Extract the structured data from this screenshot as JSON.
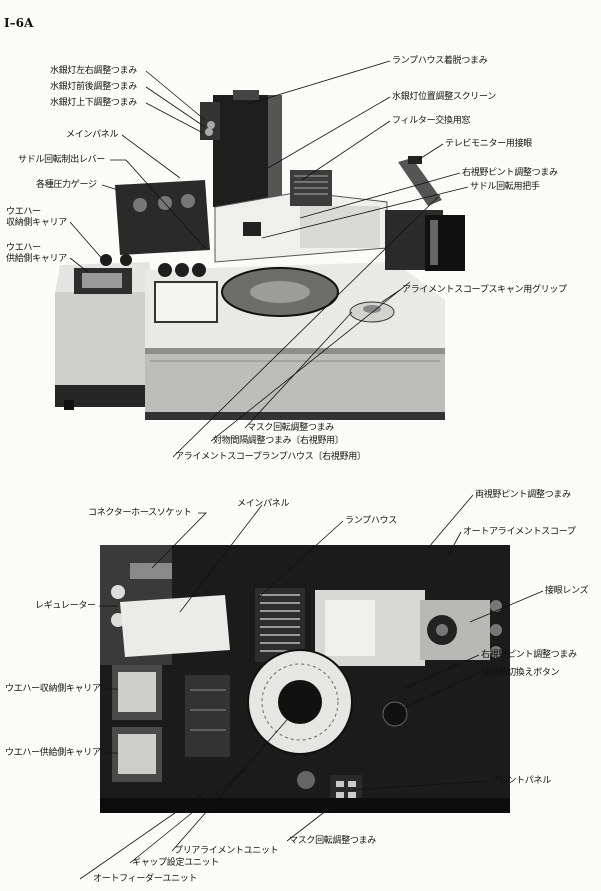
{
  "page_label": "I–6A",
  "top_figure": {
    "mercury_lamp_lr_knob": "水銀灯左右調整つまみ",
    "mercury_lamp_fb_knob": "水銀灯前後調整つまみ",
    "mercury_lamp_ud_knob": "水銀灯上下調整つまみ",
    "main_panel": "メインパネル",
    "saddle_index_lever": "サドル回転制出レバー",
    "pressure_gauges": "各種圧力ゲージ",
    "wafer_receive_carrier": [
      "ウエハー",
      "収納側キャリア"
    ],
    "wafer_supply_carrier": [
      "ウエハー",
      "供給側キャリア"
    ],
    "lamphouse_detach_knob": "ランプハウス着脱つまみ",
    "mercury_lamp_position_screen": "水銀灯位置調整スクリーン",
    "filter_window": "フィルター交換用窓",
    "tv_monitor_eyepiece": "テレビモニター用接眼",
    "right_field_focus_knob": "右視野ピント調整つまみ",
    "saddle_rotation_handle": "サドル回転用把手",
    "scope_scan_grip": "アライメントスコープスキャン用グリップ",
    "mask_rotation_knob": "マスク回転調整つまみ",
    "objective_spacing_knob": "対物間隔調整つまみ〔右視野用〕",
    "scope_lamphouse": "アライメントスコープランプハウス〔右視野用〕"
  },
  "bottom_figure": {
    "connector_hose_socket": "コネクターホースソケット",
    "main_panel": "メインパネル",
    "lamphouse": "ランプハウス",
    "both_field_focus_knob": "両視野ピント調整つまみ",
    "auto_alignment_scope": "オートアライメントスコープ",
    "regulator": "レギュレーター",
    "eyepiece_lens": "接眼レンズ",
    "right_field_focus_knob": "右視野ピント調整つまみ",
    "fine_coarse_switch": "微粗動切換えボタン",
    "wafer_receive_carrier": "ウエハー収納側キャリア",
    "wafer_supply_carrier": "ウエハー供給側キャリア",
    "front_panel": "フロントパネル",
    "mask_rotation_knob": "マスク回転調整つまみ",
    "pre_alignment_unit": "プリアライメントユニット",
    "gap_setting_unit": "ギャップ設定ユニット",
    "auto_feeder_unit": "オートフィーダーユニット"
  }
}
